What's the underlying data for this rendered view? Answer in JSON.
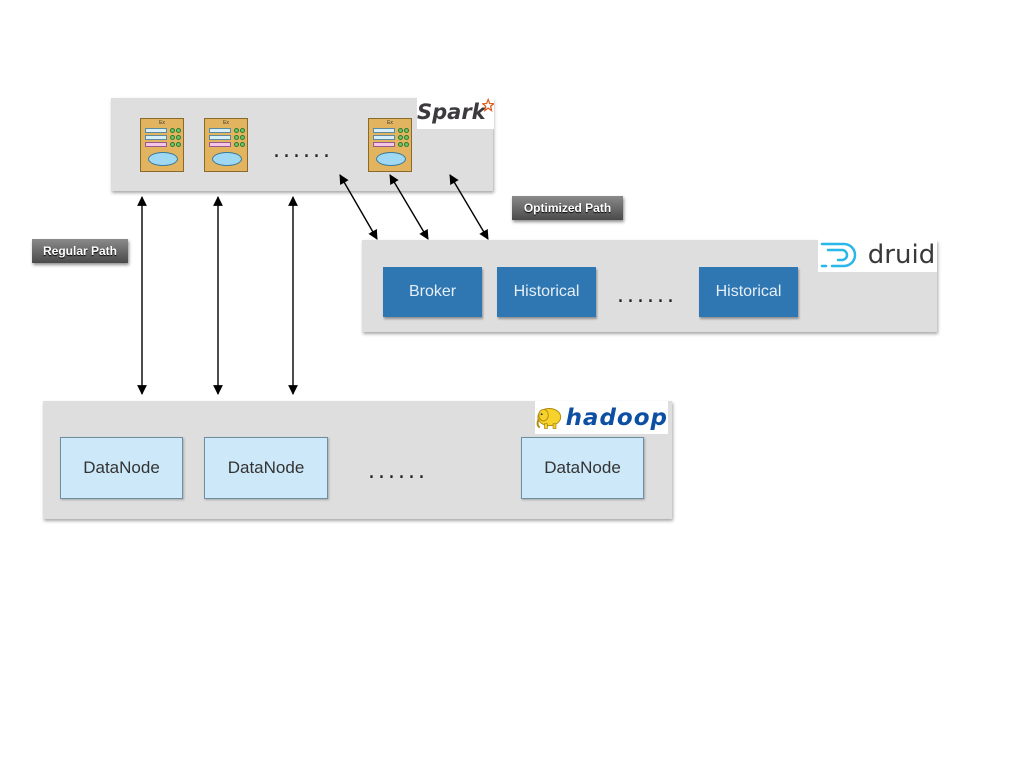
{
  "labels": {
    "regular_path": "Regular Path",
    "optimized_path": "Optimized Path"
  },
  "spark": {
    "logo_text": "Spark",
    "executor_title": "Ex",
    "ellipsis": "......"
  },
  "druid": {
    "logo_text": "druid",
    "nodes": [
      "Broker",
      "Historical",
      "Historical"
    ],
    "ellipsis": "......"
  },
  "hadoop": {
    "logo_text": "hadoop",
    "nodes": [
      "DataNode",
      "DataNode",
      "DataNode"
    ],
    "ellipsis": "......"
  },
  "colors": {
    "panel": "#dedede",
    "druid_node": "#2e77b2",
    "data_node": "#cde9f9",
    "spark_orange": "#e25a1c",
    "druid_blue": "#29b6e8",
    "hadoop_yellow": "#f6d22a",
    "hadoop_blue": "#0d4fa3"
  }
}
